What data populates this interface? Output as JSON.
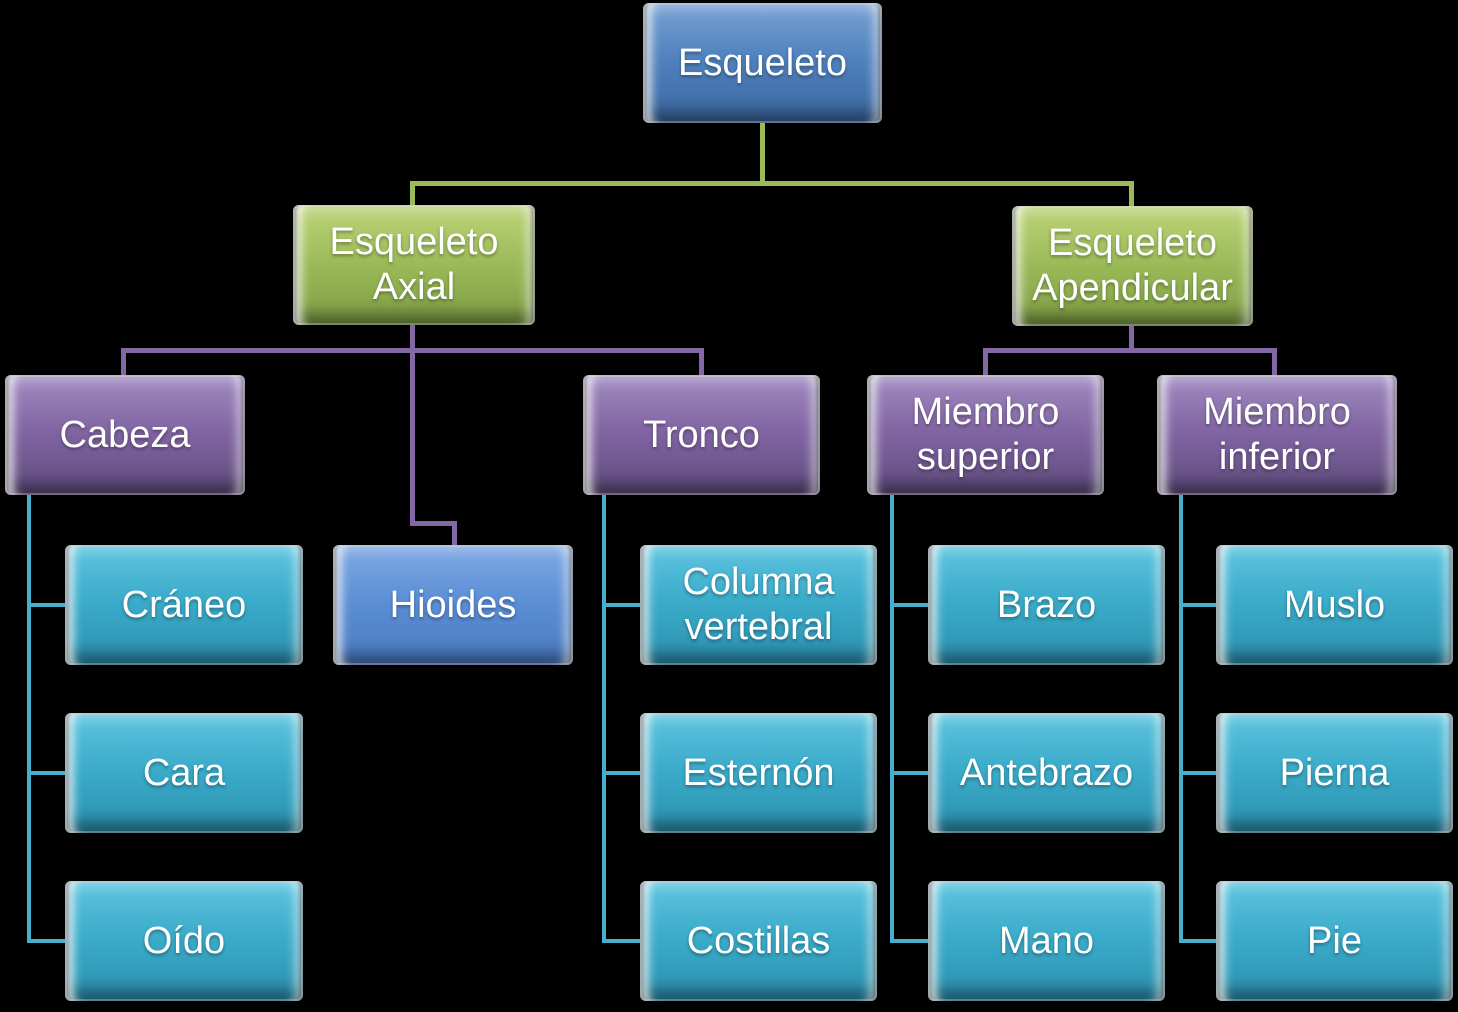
{
  "colors": {
    "background": "#000000",
    "text": "#ffffff",
    "node-blue": "#4f81bd",
    "node-lightblue": "#5b8ed5",
    "node-green": "#9bbb59",
    "node-purple": "#8064a2",
    "node-teal": "#3aabc9",
    "line-green": "#9bbb59",
    "line-purple": "#8468a6",
    "line-teal": "#45afcc"
  },
  "nodes": {
    "esqueleto": {
      "label": "Esqueleto",
      "level": 0,
      "parent": null,
      "fill": "#4f81bd"
    },
    "esqueleto_axial": {
      "label": "Esqueleto\nAxial",
      "level": 1,
      "parent": "esqueleto",
      "fill": "#9bbb59"
    },
    "esqueleto_apendicular": {
      "label": "Esqueleto\nApendicular",
      "level": 1,
      "parent": "esqueleto",
      "fill": "#9bbb59"
    },
    "cabeza": {
      "label": "Cabeza",
      "level": 2,
      "parent": "esqueleto_axial",
      "fill": "#8064a2"
    },
    "hioides": {
      "label": "Hioides",
      "level": 2,
      "parent": "esqueleto_axial",
      "fill": "#5b8ed5"
    },
    "tronco": {
      "label": "Tronco",
      "level": 2,
      "parent": "esqueleto_axial",
      "fill": "#8064a2"
    },
    "miembro_superior": {
      "label": "Miembro\nsuperior",
      "level": 2,
      "parent": "esqueleto_apendicular",
      "fill": "#8064a2"
    },
    "miembro_inferior": {
      "label": "Miembro\ninferior",
      "level": 2,
      "parent": "esqueleto_apendicular",
      "fill": "#8064a2"
    },
    "craneo": {
      "label": "Cráneo",
      "level": 3,
      "parent": "cabeza",
      "fill": "#3aabc9"
    },
    "cara": {
      "label": "Cara",
      "level": 3,
      "parent": "cabeza",
      "fill": "#3aabc9"
    },
    "oido": {
      "label": "Oído",
      "level": 3,
      "parent": "cabeza",
      "fill": "#3aabc9"
    },
    "columna_vertebral": {
      "label": "Columna\nvertebral",
      "level": 3,
      "parent": "tronco",
      "fill": "#3aabc9"
    },
    "esternon": {
      "label": "Esternón",
      "level": 3,
      "parent": "tronco",
      "fill": "#3aabc9"
    },
    "costillas": {
      "label": "Costillas",
      "level": 3,
      "parent": "tronco",
      "fill": "#3aabc9"
    },
    "brazo": {
      "label": "Brazo",
      "level": 3,
      "parent": "miembro_superior",
      "fill": "#3aabc9"
    },
    "antebrazo": {
      "label": "Antebrazo",
      "level": 3,
      "parent": "miembro_superior",
      "fill": "#3aabc9"
    },
    "mano": {
      "label": "Mano",
      "level": 3,
      "parent": "miembro_superior",
      "fill": "#3aabc9"
    },
    "muslo": {
      "label": "Muslo",
      "level": 3,
      "parent": "miembro_inferior",
      "fill": "#3aabc9"
    },
    "pierna": {
      "label": "Pierna",
      "level": 3,
      "parent": "miembro_inferior",
      "fill": "#3aabc9"
    },
    "pie": {
      "label": "Pie",
      "level": 3,
      "parent": "miembro_inferior",
      "fill": "#3aabc9"
    }
  }
}
